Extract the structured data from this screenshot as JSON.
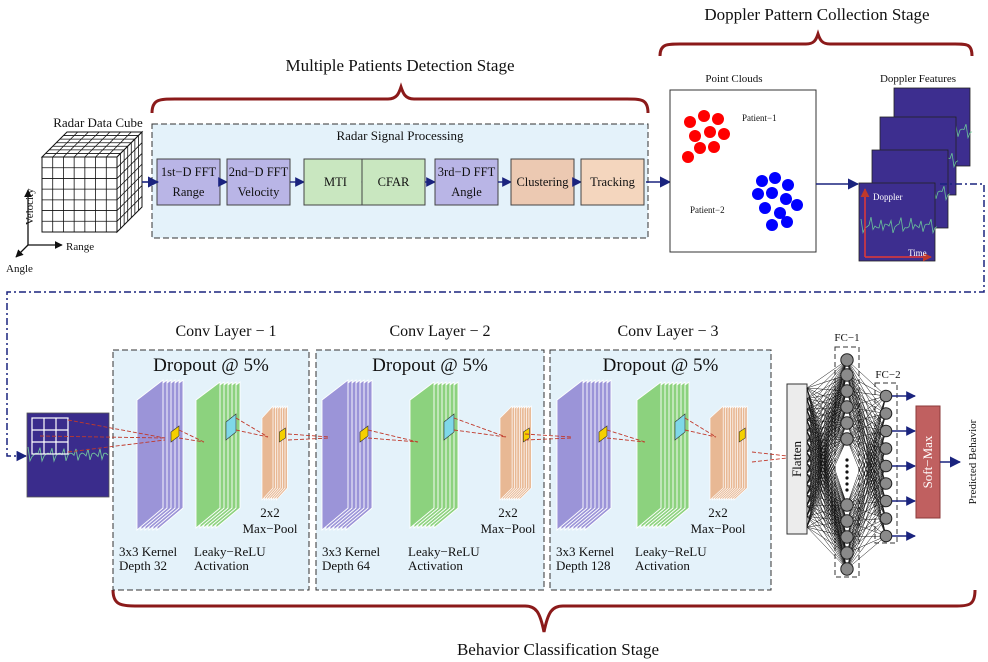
{
  "stages": {
    "doppler": "Doppler Pattern Collection Stage",
    "detection": "Multiple Patients Detection Stage",
    "classification": "Behavior Classification Stage"
  },
  "radar_cube": {
    "title": "Radar Data Cube",
    "axis_velocity": "Velocity",
    "axis_range": "Range",
    "axis_angle": "Angle"
  },
  "signal_processing": {
    "title": "Radar Signal Processing",
    "blocks": [
      {
        "line1": "1st−D FFT",
        "line2": "Range",
        "color": "#b9b5e6"
      },
      {
        "line1": "2nd−D FFT",
        "line2": "Velocity",
        "color": "#b9b5e6"
      },
      {
        "line1": "MTI",
        "line2": "",
        "color": "#c9e7c0"
      },
      {
        "line1": "CFAR",
        "line2": "",
        "color": "#c9e7c0"
      },
      {
        "line1": "3rd−D FFT",
        "line2": "Angle",
        "color": "#b9b5e6"
      },
      {
        "line1": "Clustering",
        "line2": "",
        "color": "#ecc9b2"
      },
      {
        "line1": "Tracking",
        "line2": "",
        "color": "#f4d6be"
      }
    ]
  },
  "point_clouds": {
    "title": "Point Clouds",
    "patient1": "Patient−1",
    "patient2": "Patient−2",
    "color1": "#ff0000",
    "color2": "#0000ff"
  },
  "doppler_features": {
    "title": "Doppler Features",
    "y_label": "Doppler",
    "x_label": "Time"
  },
  "conv_layers": [
    {
      "title": "Conv Layer − 1",
      "dropout": "Dropout @ 5%",
      "kernel": "3x3 Kernel",
      "depth": "Depth 32",
      "act1": "Leaky−ReLU",
      "act2": "Activation",
      "pool1": "2x2",
      "pool2": "Max−Pool"
    },
    {
      "title": "Conv Layer − 2",
      "dropout": "Dropout @ 5%",
      "kernel": "3x3 Kernel",
      "depth": "Depth 64",
      "act1": "Leaky−ReLU",
      "act2": "Activation",
      "pool1": "2x2",
      "pool2": "Max−Pool"
    },
    {
      "title": "Conv Layer − 3",
      "dropout": "Dropout @ 5%",
      "kernel": "3x3 Kernel",
      "depth": "Depth 128",
      "act1": "Leaky−ReLU",
      "act2": "Activation",
      "pool1": "2x2",
      "pool2": "Max−Pool"
    }
  ],
  "dense": {
    "flatten": "Flatten",
    "fc1": "FC−1",
    "fc2": "FC−2",
    "softmax": "Soft−Max",
    "output": "Predicted Behavior"
  },
  "colors": {
    "stage_brace": "#8b1a1a",
    "dashed_region": "#e4f2fa",
    "conv_filter": "#9b94d8",
    "activation": "#8cd27e",
    "pool": "#e8b894",
    "softmax": "#c06060",
    "flow_arrow": "#1a237e",
    "node_fill": "#8a8a8a"
  }
}
